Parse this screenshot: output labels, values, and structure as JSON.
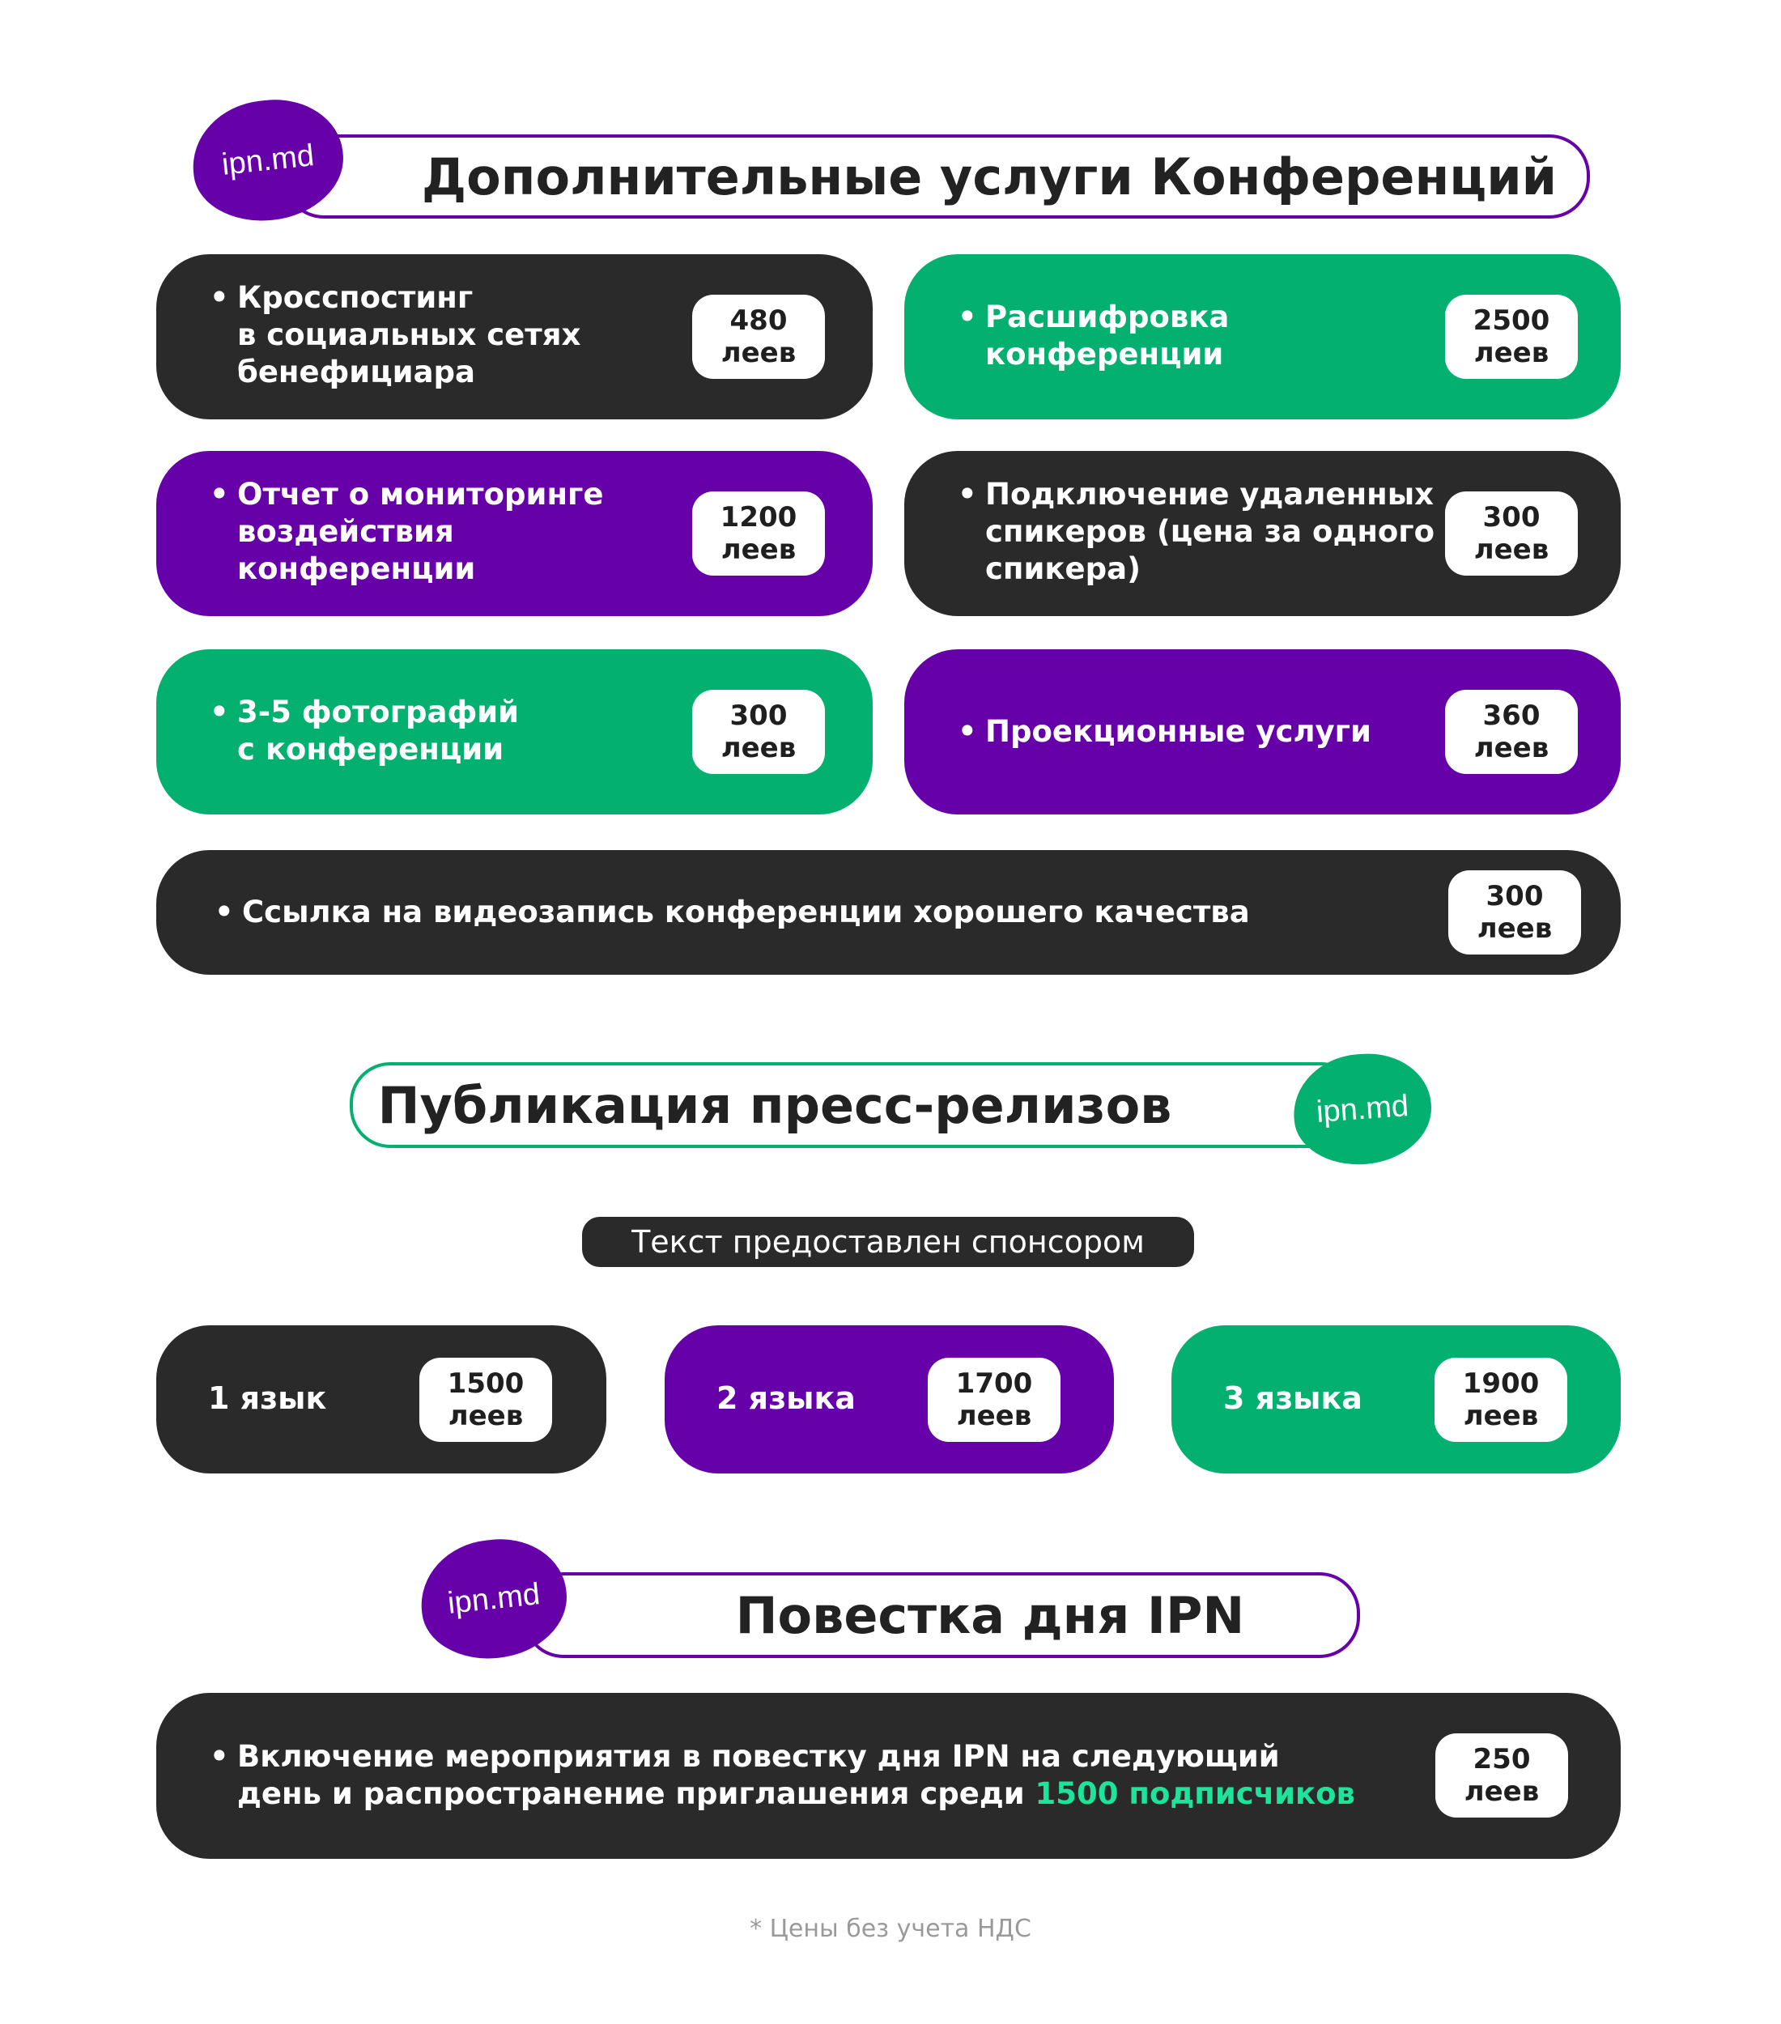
{
  "brand": {
    "logo_text": "ipn.md"
  },
  "colors": {
    "dark": "#2a2a2a",
    "green": "#03b070",
    "purple": "#6600a8",
    "accent_green": "#1ee39a"
  },
  "section1": {
    "title": "Дополнительные услуги Конференций",
    "cards": [
      {
        "lines": [
          "Кросспостинг",
          "в социальных сетях",
          "бенефициара"
        ],
        "price": "480",
        "unit": "леев"
      },
      {
        "lines": [
          "Расшифровка",
          "конференции"
        ],
        "price": "2500",
        "unit": "леев"
      },
      {
        "lines": [
          "Отчет о мониторинге",
          "воздействия",
          "конференции"
        ],
        "price": "1200",
        "unit": "леев"
      },
      {
        "lines": [
          "Подключение удаленных",
          "спикеров (цена за одного",
          "спикера)"
        ],
        "price": "300",
        "unit": "леев"
      },
      {
        "lines": [
          "3-5 фотографий",
          "с конференции"
        ],
        "price": "300",
        "unit": "леев"
      },
      {
        "lines": [
          "Проекционные услуги"
        ],
        "price": "360",
        "unit": "леев"
      },
      {
        "lines": [
          "Ссылка на видеозапись конференции хорошего качества"
        ],
        "price": "300",
        "unit": "леев"
      }
    ]
  },
  "section2": {
    "title": "Публикация пресс-релизов",
    "sponsor_note": "Текст предоставлен спонсором",
    "languages": [
      {
        "label": "1 язык",
        "price": "1500",
        "unit": "леев"
      },
      {
        "label": "2 языка",
        "price": "1700",
        "unit": "леев"
      },
      {
        "label": "3 языка",
        "price": "1900",
        "unit": "леев"
      }
    ]
  },
  "section3": {
    "title": "Повестка дня IPN",
    "card": {
      "line1": "Включение мероприятия в повестку дня IPN на следующий",
      "line2": "день и распространение приглашения среди",
      "highlight": "1500 подписчиков",
      "price": "250",
      "unit": "леев"
    }
  },
  "footnote": "* Цены без учета НДС"
}
